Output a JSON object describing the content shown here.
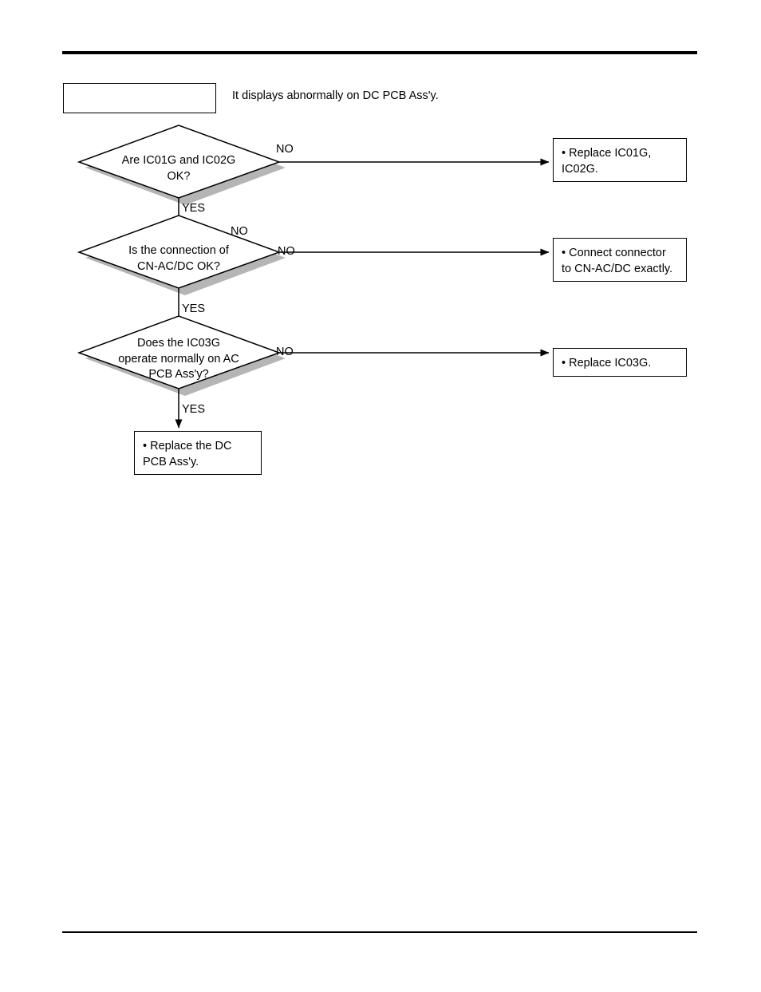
{
  "page": {
    "caption": "It displays abnormally on DC PCB Ass'y.",
    "label_box_text": ""
  },
  "chart_data": {
    "type": "diagram",
    "title": "Troubleshooting flowchart - DC PCB Ass'y abnormal display",
    "nodes": [
      {
        "id": "start-label",
        "kind": "label-box",
        "text": ""
      },
      {
        "id": "d1",
        "kind": "decision",
        "text": "Are IC01G and IC02G\nOK?"
      },
      {
        "id": "r1",
        "kind": "process",
        "text": "• Replace IC01G,\n  IC02G."
      },
      {
        "id": "d2",
        "kind": "decision",
        "text": "Is the connection of\nCN-AC/DC OK?"
      },
      {
        "id": "r2",
        "kind": "process",
        "text": "• Connect connector\n  to CN-AC/DC exactly."
      },
      {
        "id": "d3",
        "kind": "decision",
        "text": "Does the IC03G\noperate normally on AC\nPCB Ass'y?"
      },
      {
        "id": "r3",
        "kind": "process",
        "text": "• Replace IC03G."
      },
      {
        "id": "r4",
        "kind": "process",
        "text": "• Replace the DC\n  PCB Ass'y."
      }
    ],
    "edges": [
      {
        "from": "d1",
        "to": "r1",
        "label": "NO"
      },
      {
        "from": "d1",
        "to": "d2",
        "label": "YES"
      },
      {
        "from": "d2",
        "to": "r2",
        "label": "NO"
      },
      {
        "from": "d2",
        "to": "d2",
        "label": "NO"
      },
      {
        "from": "d2",
        "to": "d3",
        "label": "YES"
      },
      {
        "from": "d3",
        "to": "r3",
        "label": "NO"
      },
      {
        "from": "d3",
        "to": "r4",
        "label": "YES"
      }
    ]
  },
  "diagram": {
    "decision1": {
      "text": "Are IC01G and IC02G\nOK?",
      "no_label": "NO",
      "yes_label": "YES"
    },
    "result1": {
      "text": "• Replace IC01G,\n  IC02G."
    },
    "decision2": {
      "text": "Is the connection of\nCN-AC/DC OK?",
      "no_label": "NO",
      "no_label_extra": "NO",
      "yes_label": "YES"
    },
    "result2": {
      "text": "• Connect connector\n  to CN-AC/DC exactly."
    },
    "decision3": {
      "text": "Does the IC03G\noperate normally on AC\nPCB Ass'y?",
      "no_label": "NO",
      "yes_label": "YES"
    },
    "result3": {
      "text": "• Replace IC03G."
    },
    "result4": {
      "text": "• Replace the DC\n  PCB Ass'y."
    }
  },
  "colors": {
    "ink": "#000000",
    "shadow": "#b5b5b5",
    "paper": "#ffffff"
  }
}
